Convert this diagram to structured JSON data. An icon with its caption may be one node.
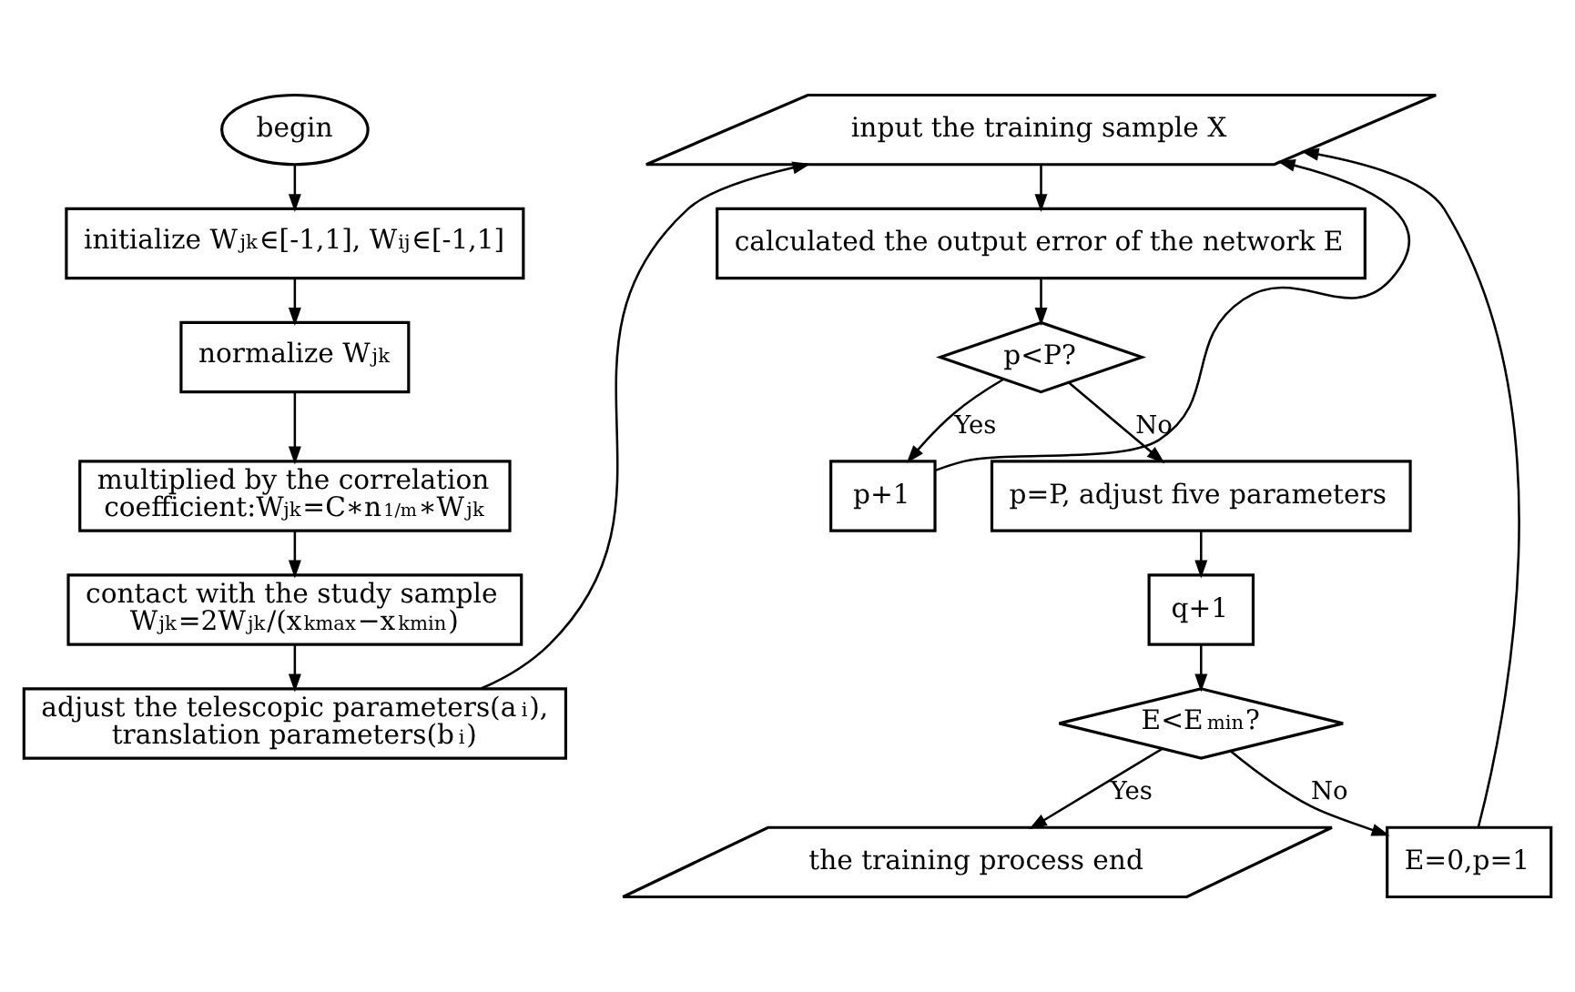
{
  "diagram": {
    "nodes": [
      {
        "text": [
          "begin"
        ]
      },
      {
        "text": [
          "initialize W$_{jk}$∈[-1,1], W$_{ij}$∈[-1,1]"
        ]
      },
      {
        "text": [
          "normalize W$_{jk}$"
        ]
      },
      {
        "text": [
          "multiplied by the correlation coefficient:W$_{jk}$=C∗n$^{1/m}$∗W$_{jk}$"
        ]
      },
      {
        "text": [
          "contact with the study sample",
          "W$_{jk}$=2W$_{jk}$/(x$_{kmax}$−x$_{kmin}$)"
        ]
      },
      {
        "text": [
          "adjust the telescopic parameters(a$_{i}$), translation parameters(b$_{i}$)"
        ]
      },
      {
        "text": [
          "input the training sample X"
        ]
      },
      {
        "text": [
          "calculated the output error of the network E"
        ]
      },
      {
        "text": [
          "p<P?"
        ]
      },
      {
        "text": [
          "p+1"
        ]
      },
      {
        "text": [
          "p=P, adjust five parameters"
        ]
      },
      {
        "text": [
          "q+1"
        ]
      },
      {
        "text": [
          "E<E$_{min}$?"
        ]
      },
      {
        "text": [
          "the training process end"
        ]
      },
      {
        "text": [
          "E=0,p=1"
        ]
      }
    ],
    "edges": [
      {
        "from": 0,
        "to": 1,
        "arrow": "to"
      },
      {
        "from": 1,
        "to": 2,
        "arrow": "to"
      },
      {
        "from": 2,
        "to": 3,
        "arrow": "to"
      },
      {
        "from": 3,
        "to": 4,
        "arrow": "to"
      },
      {
        "from": 4,
        "to": 5,
        "arrow": "to"
      },
      {
        "from": 5,
        "to": 6,
        "arrow": "to"
      },
      {
        "from": 6,
        "to": 7,
        "arrow": "to"
      },
      {
        "from": 7,
        "to": 8,
        "arrow": "to"
      },
      {
        "from": 8,
        "to": 9,
        "arrow": "to",
        "label": "Yes"
      },
      {
        "from": 8,
        "to": 10,
        "arrow": "to",
        "label": "No"
      },
      {
        "from": 9,
        "to": 6,
        "arrow": "to"
      },
      {
        "from": 10,
        "to": 11,
        "arrow": "to"
      },
      {
        "from": 11,
        "to": 12,
        "arrow": "to"
      },
      {
        "from": 12,
        "to": 13,
        "arrow": "to",
        "label": "Yes"
      },
      {
        "from": 12,
        "to": 14,
        "arrow": "to",
        "label": "No"
      },
      {
        "from": 14,
        "to": 6,
        "arrow": "to"
      }
    ]
  }
}
